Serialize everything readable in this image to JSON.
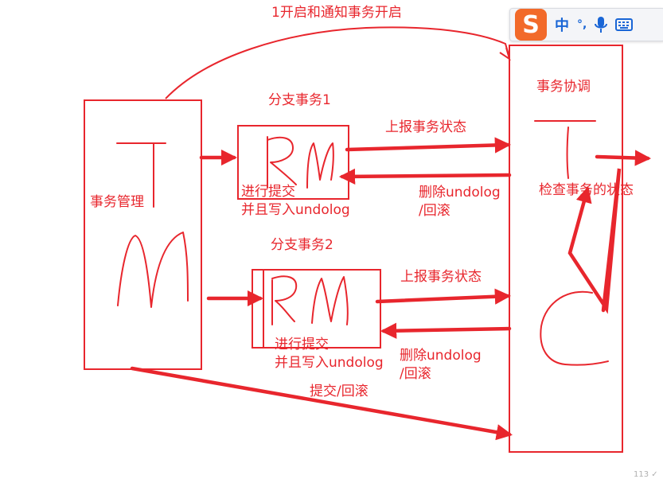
{
  "labels": {
    "top_flow": "1开启和通知事务开启",
    "branch1_title": "分支事务1",
    "branch2_title": "分支事务2",
    "tc_title": "事务协调",
    "tm_title": "事务管理",
    "report1": "上报事务状态",
    "report2": "上报事务状态",
    "rollback1": "删除undolog\n/回滚",
    "rollback2": "删除undolog\n/回滚",
    "commit1": "进行提交\n并且写入undolog",
    "commit2": "进行提交\n并且写入undolog",
    "check_status": "检查事务的状态",
    "commit_rollback": "提交/回滚"
  },
  "handwriting": {
    "tm_letters": "TM",
    "rm1_letters": "RM",
    "rm2_letters": "RM",
    "tc_letters": "TC"
  },
  "ime_toolbar": {
    "logo_glyph": "S",
    "lang_label": "中",
    "punct_label": "°,",
    "mic": "mic-icon",
    "keyboard": "keyboard-icon"
  },
  "corner_text": "113 ✓",
  "colors": {
    "ink": "#e8262d",
    "ime_orange": "#f26a2a",
    "ime_blue": "#1a66d6"
  }
}
